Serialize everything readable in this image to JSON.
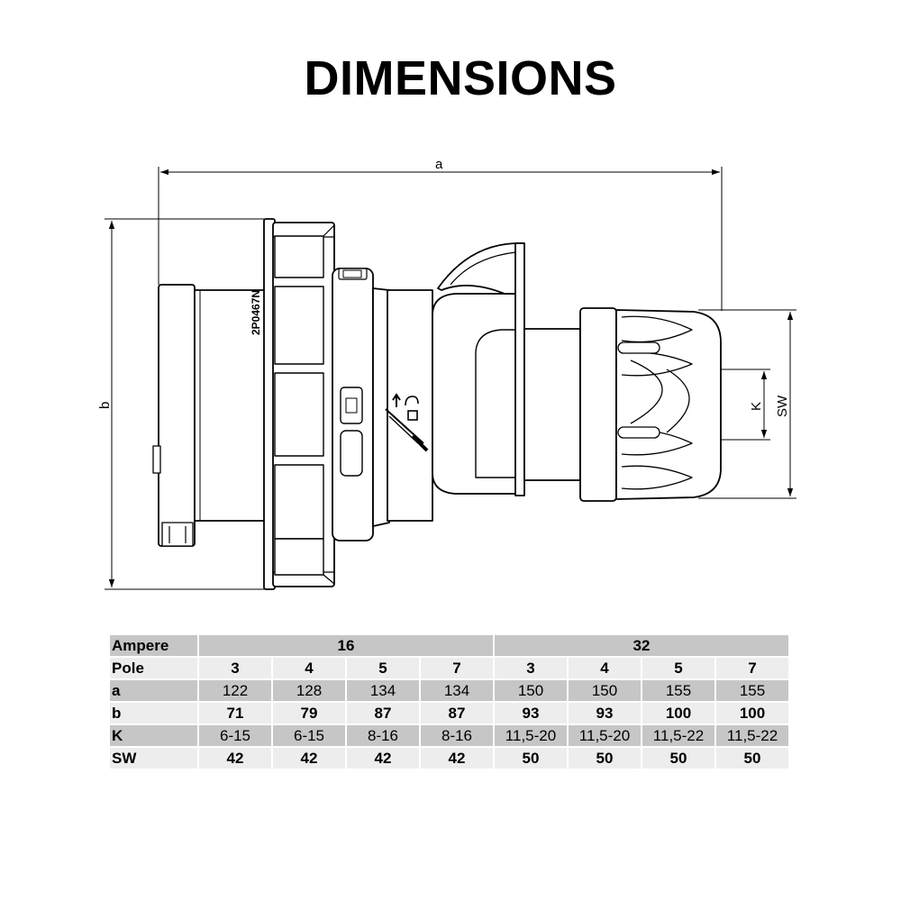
{
  "title": "DIMENSIONS",
  "dimension_labels": {
    "a": "a",
    "b": "b",
    "k": "K",
    "sw": "SW"
  },
  "product_marking": "2P0467N",
  "table": {
    "header_label": "Ampere",
    "ampere_groups": [
      "16",
      "32"
    ],
    "rows": [
      {
        "label": "Pole",
        "style": "light-bold",
        "values": [
          "3",
          "4",
          "5",
          "7",
          "3",
          "4",
          "5",
          "7"
        ]
      },
      {
        "label": "a",
        "style": "dark",
        "values": [
          "122",
          "128",
          "134",
          "134",
          "150",
          "150",
          "155",
          "155"
        ]
      },
      {
        "label": "b",
        "style": "light-bold",
        "values": [
          "71",
          "79",
          "87",
          "87",
          "93",
          "93",
          "100",
          "100"
        ]
      },
      {
        "label": "K",
        "style": "dark",
        "values": [
          "6-15",
          "6-15",
          "8-16",
          "8-16",
          "11,5-20",
          "11,5-20",
          "11,5-22",
          "11,5-22"
        ]
      },
      {
        "label": "SW",
        "style": "light-bold",
        "values": [
          "42",
          "42",
          "42",
          "42",
          "50",
          "50",
          "50",
          "50"
        ]
      }
    ]
  },
  "colors": {
    "row_dark": "#c6c6c6",
    "row_light": "#ededed",
    "line": "#000000"
  }
}
